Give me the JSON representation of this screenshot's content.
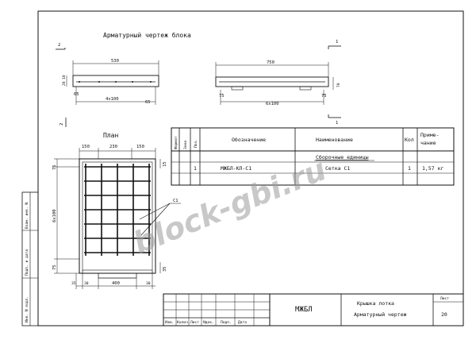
{
  "drawing": {
    "title": "Арматурный чертеж блока",
    "section_2_label": "2",
    "section_1_label_top": "1",
    "section_1_label_bottom": "1",
    "plan_label": "План",
    "mesh_label": "С1",
    "watermark": "block-gbi.ru"
  },
  "side_view": {
    "dim_top": "530",
    "dim_left_small": "65",
    "dim_right_small": "65",
    "dim_bottom": "4х100",
    "height_label_1": "20",
    "height_label_2": "10"
  },
  "front_view": {
    "dim_top": "750",
    "dim_left": "75",
    "dim_right": "75",
    "dim_bottom": "6х100",
    "height_label": "70"
  },
  "plan_view": {
    "dim_top_left": "150",
    "dim_top_mid": "230",
    "dim_top_right": "150",
    "dim_left_top": "75",
    "dim_left_mid": "6х100",
    "dim_left_bottom": "75",
    "dim_right_top": "15",
    "dim_right_bottom": "35",
    "dim_bottom_left": "35",
    "dim_bottom_left2": "30",
    "dim_bottom_mid": "400",
    "dim_bottom_right": "30"
  },
  "spec_table": {
    "headers": {
      "format": "Формат",
      "zone": "Зона",
      "pos": "Поз.",
      "designation": "Обозначение",
      "name": "Наименование",
      "qty": "Кол",
      "note_line1": "Приме-",
      "note_line2": "чание"
    },
    "section_title": "Сборочные единицы",
    "rows": [
      {
        "pos": "1",
        "designation": "МЖБЛ-КЛ-С1",
        "name": "Сетка С1",
        "qty": "1",
        "note": "1,57 кг"
      }
    ]
  },
  "side_stamp": {
    "inv_podl": "Инв. N подл.",
    "podp_data": "Подп. и дата",
    "vzam_inv": "Взам. инв. N"
  },
  "title_block": {
    "code": "МЖБЛ",
    "name_line1": "Крышка лотка",
    "name_line2": "Арматурный чертеж",
    "sheet_label": "Лист",
    "sheet_number": "20",
    "cols": [
      "Изм.",
      "Колич.",
      "Лист",
      "Nдок.",
      "Подп.",
      "Дата"
    ]
  }
}
